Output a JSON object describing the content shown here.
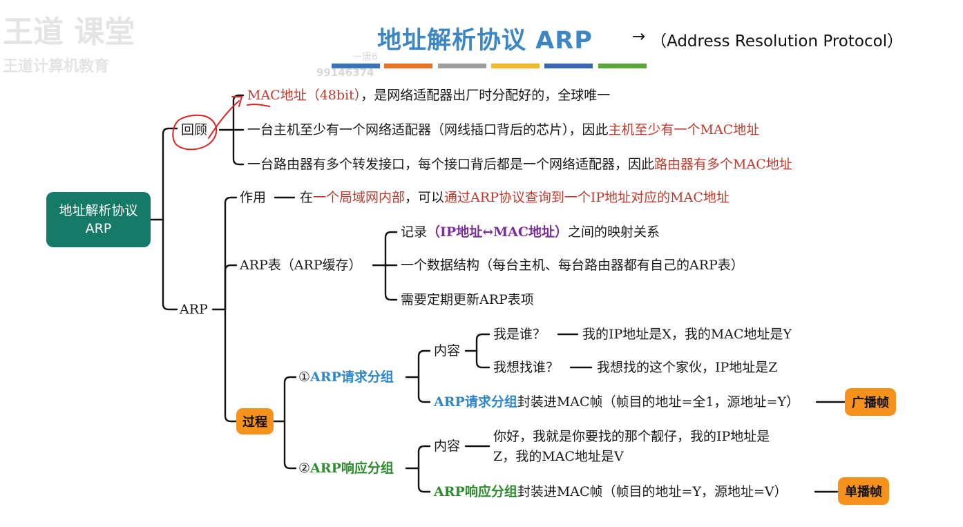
{
  "header": {
    "title": "地址解析协议 ARP",
    "arrow": "→",
    "subtitle": "（Address Resolution Protocol）",
    "colorbar_colors": [
      "#3b73b9",
      "#e8742c",
      "#9e9e9e",
      "#f2b92a",
      "#3a66b5",
      "#5aa83a"
    ]
  },
  "watermark": {
    "logo": "王道 课堂",
    "org": "王道计算机教育",
    "user_a": "一唐6",
    "user_b": "99146374"
  },
  "root": {
    "line1": "地址解析协议",
    "line2": "ARP"
  },
  "review": {
    "label": "回顾",
    "mac_part": "MAC地址（48bit）",
    "mac_rest": "，是网络适配器出厂时分配好的，全球唯一",
    "host_part": "一台主机至少有一个网络适配器（网线插口背后的芯片），因此",
    "host_red": "主机至少有一个MAC地址",
    "router_part": "一台路由器有多个转发接口，每个接口背后都是一个网络适配器，因此",
    "router_red": "路由器有多个MAC地址"
  },
  "arp": {
    "label": "ARP",
    "function": {
      "label": "作用",
      "p1": "在",
      "r1": "一个局域网内部",
      "p2": "，可以",
      "r2": "通过ARP协议查询到一个IP地址对应的MAC地址"
    },
    "table": {
      "label": "ARP表（ARP缓存）",
      "item1_a": "记录",
      "item1_b": "（IP地址↔MAC地址）",
      "item1_c": "之间的映射关系",
      "item2": "一个数据结构（每台主机、每台路由器都有自己的ARP表）",
      "item3": "需要定期更新ARP表项"
    },
    "process": {
      "label": "过程",
      "request": {
        "label_num": "①",
        "label": "ARP请求分组",
        "content_label": "内容",
        "q1": "我是谁？",
        "a1": "我的IP地址是X，我的MAC地址是Y",
        "q2": "我想找谁？",
        "a2": "我想找的这个家伙，IP地址是Z",
        "encap_bold": "ARP请求分组",
        "encap_rest": "封装进MAC帧（帧目的地址=全1，源地址=Y）",
        "badge": "广播帧"
      },
      "response": {
        "label_num": "②",
        "label": "ARP响应分组",
        "content_label": "内容",
        "line1": "你好，我就是你要找的那个靓仔，我的IP地址是",
        "line2": "Z，我的MAC地址是V",
        "encap_bold": "ARP响应分组",
        "encap_rest": "封装进MAC帧（帧目的地址=Y，源地址=V）",
        "badge": "单播帧"
      }
    }
  }
}
